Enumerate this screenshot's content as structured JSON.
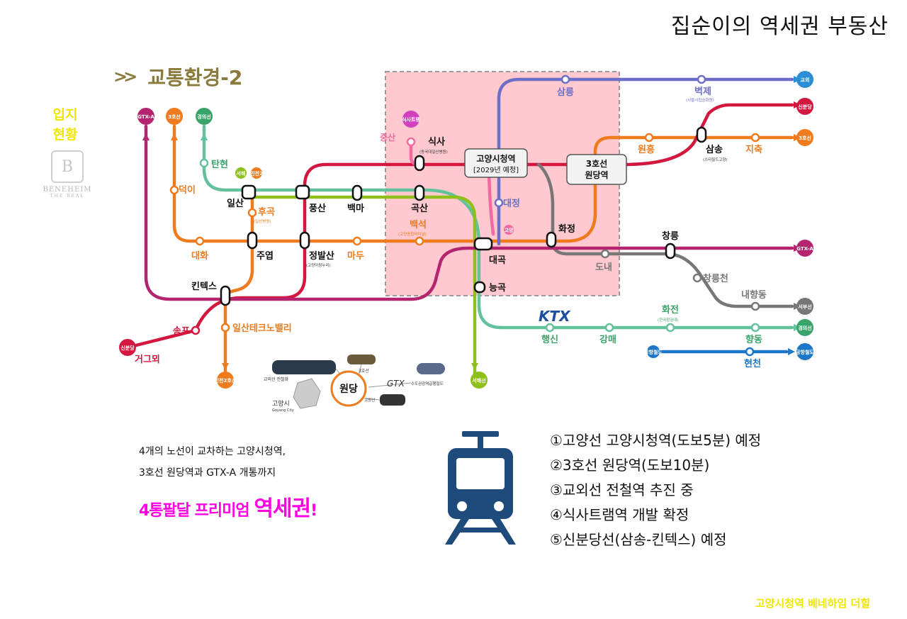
{
  "header": {
    "title": "집순이의 역세권 부동산"
  },
  "section": {
    "chevron": ">>",
    "title": "교통환경-2"
  },
  "side_label": {
    "line1": "입지",
    "line2": "현황"
  },
  "logo": {
    "name": "BENEHEIM",
    "sub": "THE REAL"
  },
  "map": {
    "stations": {
      "ilsan": "일산",
      "pungsan": "풍산",
      "baekma": "백마",
      "goksan": "곡산",
      "sinsa": "식사",
      "sinsa_sub": "(동국대일산병원)",
      "jungsan": "중산",
      "goyang_city": "고양시청역",
      "goyang_city_sub": "[2029년 예정]",
      "wondang_line1": "3호선",
      "wondang_line2": "원당역",
      "samneung": "삼릉",
      "byeokje": "벽제",
      "byeokje_sub": "(서울시립승화원)",
      "wonheung": "원흥",
      "samsong": "삼송",
      "samsong_sub": "(스타필드고양)",
      "jichuk": "지축",
      "tanhyeon": "탄현",
      "deogi": "덕이",
      "hugok": "후곡",
      "hugok_sub": "(일산병원)",
      "daehwa": "대화",
      "juyeop": "주엽",
      "jeongbalsan": "정발산",
      "jeongbalsan_sub": "(고양아람누리)",
      "madu": "마두",
      "baekseok": "백석",
      "baekseok_sub": "(고양종합터미널)",
      "daegok": "대곡",
      "hwajeong": "화정",
      "daejeong": "대정",
      "changneung": "창릉",
      "donae": "도내",
      "changneungcheon": "창릉천",
      "naehyangdong": "내향동",
      "kintex": "킨텍스",
      "songpo": "송포",
      "geogeuwoe": "거그뫼",
      "sanup": "일산테크노밸리",
      "neunggok": "능곡",
      "haengsin": "행신",
      "gangmae": "강매",
      "hwajeon": "화전",
      "hwajeon_sub": "(한국항공대)",
      "hyangdong": "향동",
      "hyeoncheon": "현천"
    },
    "badges": {
      "gtxa_top": "GTX-A",
      "line3_top": "3호선",
      "gyeongui_top": "경의선",
      "sinsa_tram": "식사트램",
      "small_a": "서해",
      "small_b": "인천2",
      "gyooe_right": "교외",
      "sinbun_right": "신분당",
      "line3_right": "3호선",
      "gtxa_right": "GTX-A",
      "seobu_right": "서부선",
      "gyeongui_right": "경의선",
      "gonghang_right": "공항철도",
      "gonghang_left": "공항철도",
      "sinbun_left": "신분당",
      "incheon2_bottom": "인천2호선",
      "seohae_bottom": "서해선",
      "gyoha_small": "고양"
    },
    "ktx": "KTX",
    "inset": {
      "center": "원당",
      "label_tl": "교외선 전철화",
      "label_city": "고양시",
      "label_city_en": "Goyang City",
      "label_3": "3호선",
      "label_gtx": "GTX",
      "label_gtx_sub": "수도권광역급행철도",
      "label_goyang": "고양선"
    }
  },
  "description": {
    "line1": "4개의 노선이 교차하는 고양시청역,",
    "line2": "3호선 원당역과  GTX-A 개통까지"
  },
  "promo": {
    "prefix": "4통팔달 프리미엄 ",
    "highlight": "역세권",
    "suffix": "!"
  },
  "points": [
    "①고양선 고양시청역(도보5분) 예정",
    "②3호선 원당역(도보10분)",
    "③교외선 전철역 추진 중",
    "④식사트램역 개발 확정",
    "⑤신분당선(삼송-킨텍스) 예정"
  ],
  "footer": {
    "note": "고양시청역 베네하임 더힐"
  },
  "colors": {
    "gtxa": "#b5246f",
    "line3": "#ee7c1e",
    "gyeongui": "#63c29b",
    "goyang": "#6d6fc7",
    "sinbundang": "#d3173f",
    "gyooe": "#2a8fd4",
    "seohae": "#8fbf1a",
    "seobu": "#777777",
    "airport": "#1c77c9",
    "tram": "#f26aa0",
    "highlight": "#ffc9cf",
    "heading": "#8a7a3c",
    "promo": "#ff00e0"
  }
}
